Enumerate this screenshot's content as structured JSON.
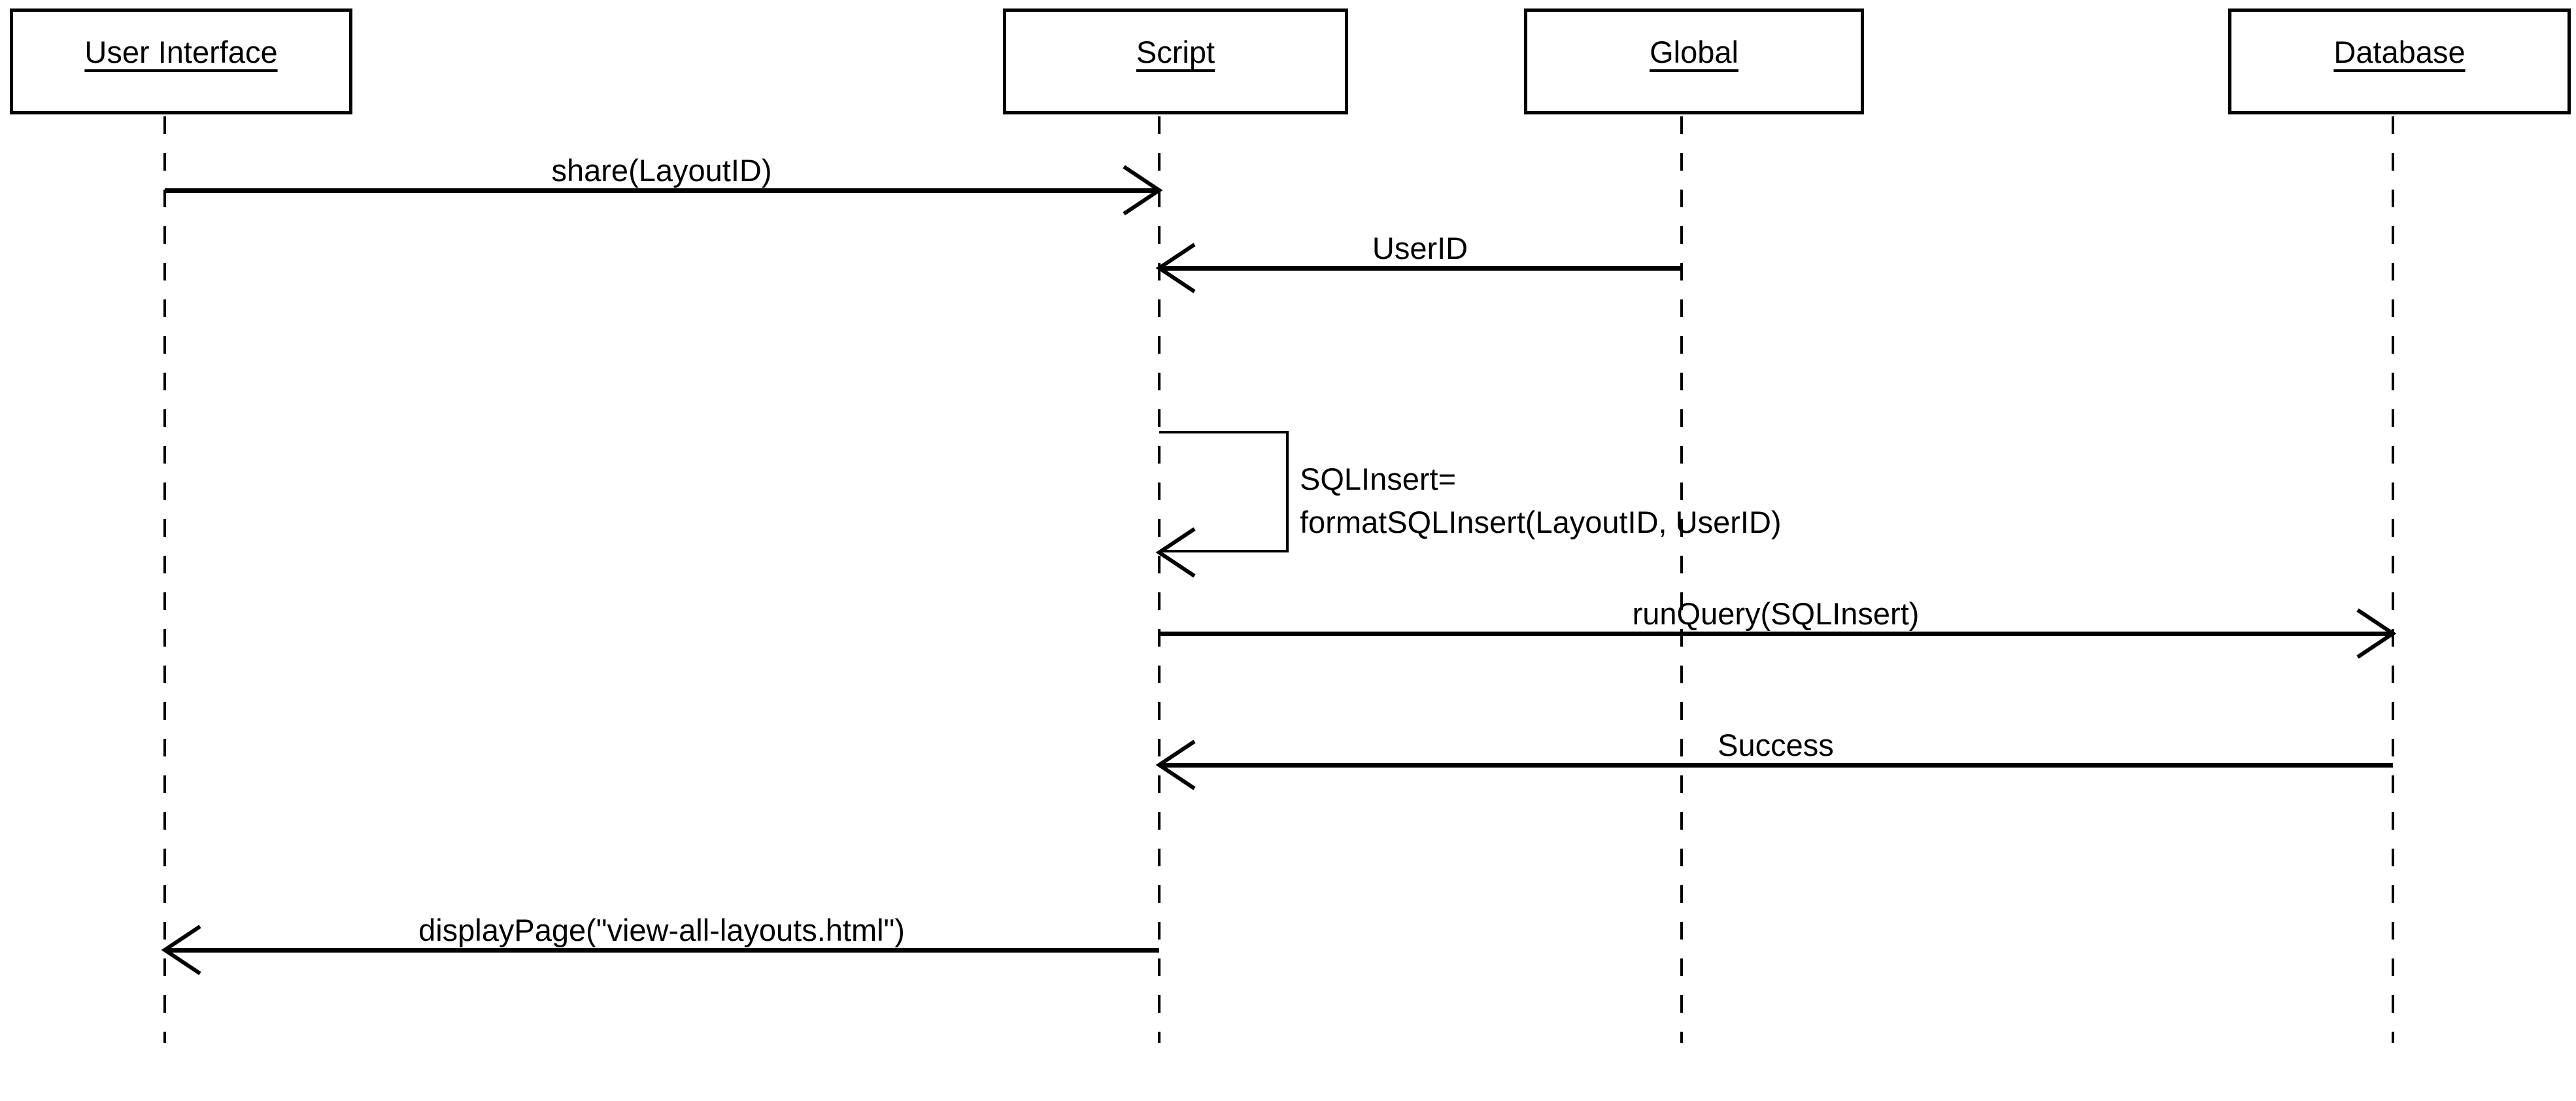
{
  "diagram": {
    "type": "uml-sequence-diagram",
    "colors": {
      "line": "#000000",
      "background": "#ffffff",
      "text": "#000000"
    },
    "actors": [
      {
        "label": "User Interface"
      },
      {
        "label": "Script"
      },
      {
        "label": "Global"
      },
      {
        "label": "Database"
      }
    ],
    "messages": [
      {
        "from": "User Interface",
        "to": "Script",
        "direction": "right",
        "label": "share(LayoutID)"
      },
      {
        "from": "Global",
        "to": "Script",
        "direction": "left",
        "label": "UserID"
      },
      {
        "from": "Script",
        "to": "Script",
        "self": true,
        "label_lines": [
          "SQLInsert=",
          "formatSQLInsert(LayoutID, UserID)"
        ]
      },
      {
        "from": "Script",
        "to": "Database",
        "direction": "right",
        "label": "runQuery(SQLInsert)"
      },
      {
        "from": "Database",
        "to": "Script",
        "direction": "left",
        "label": "Success"
      },
      {
        "from": "Script",
        "to": "User Interface",
        "direction": "left",
        "label": "displayPage(\"view-all-layouts.html\")"
      }
    ]
  }
}
